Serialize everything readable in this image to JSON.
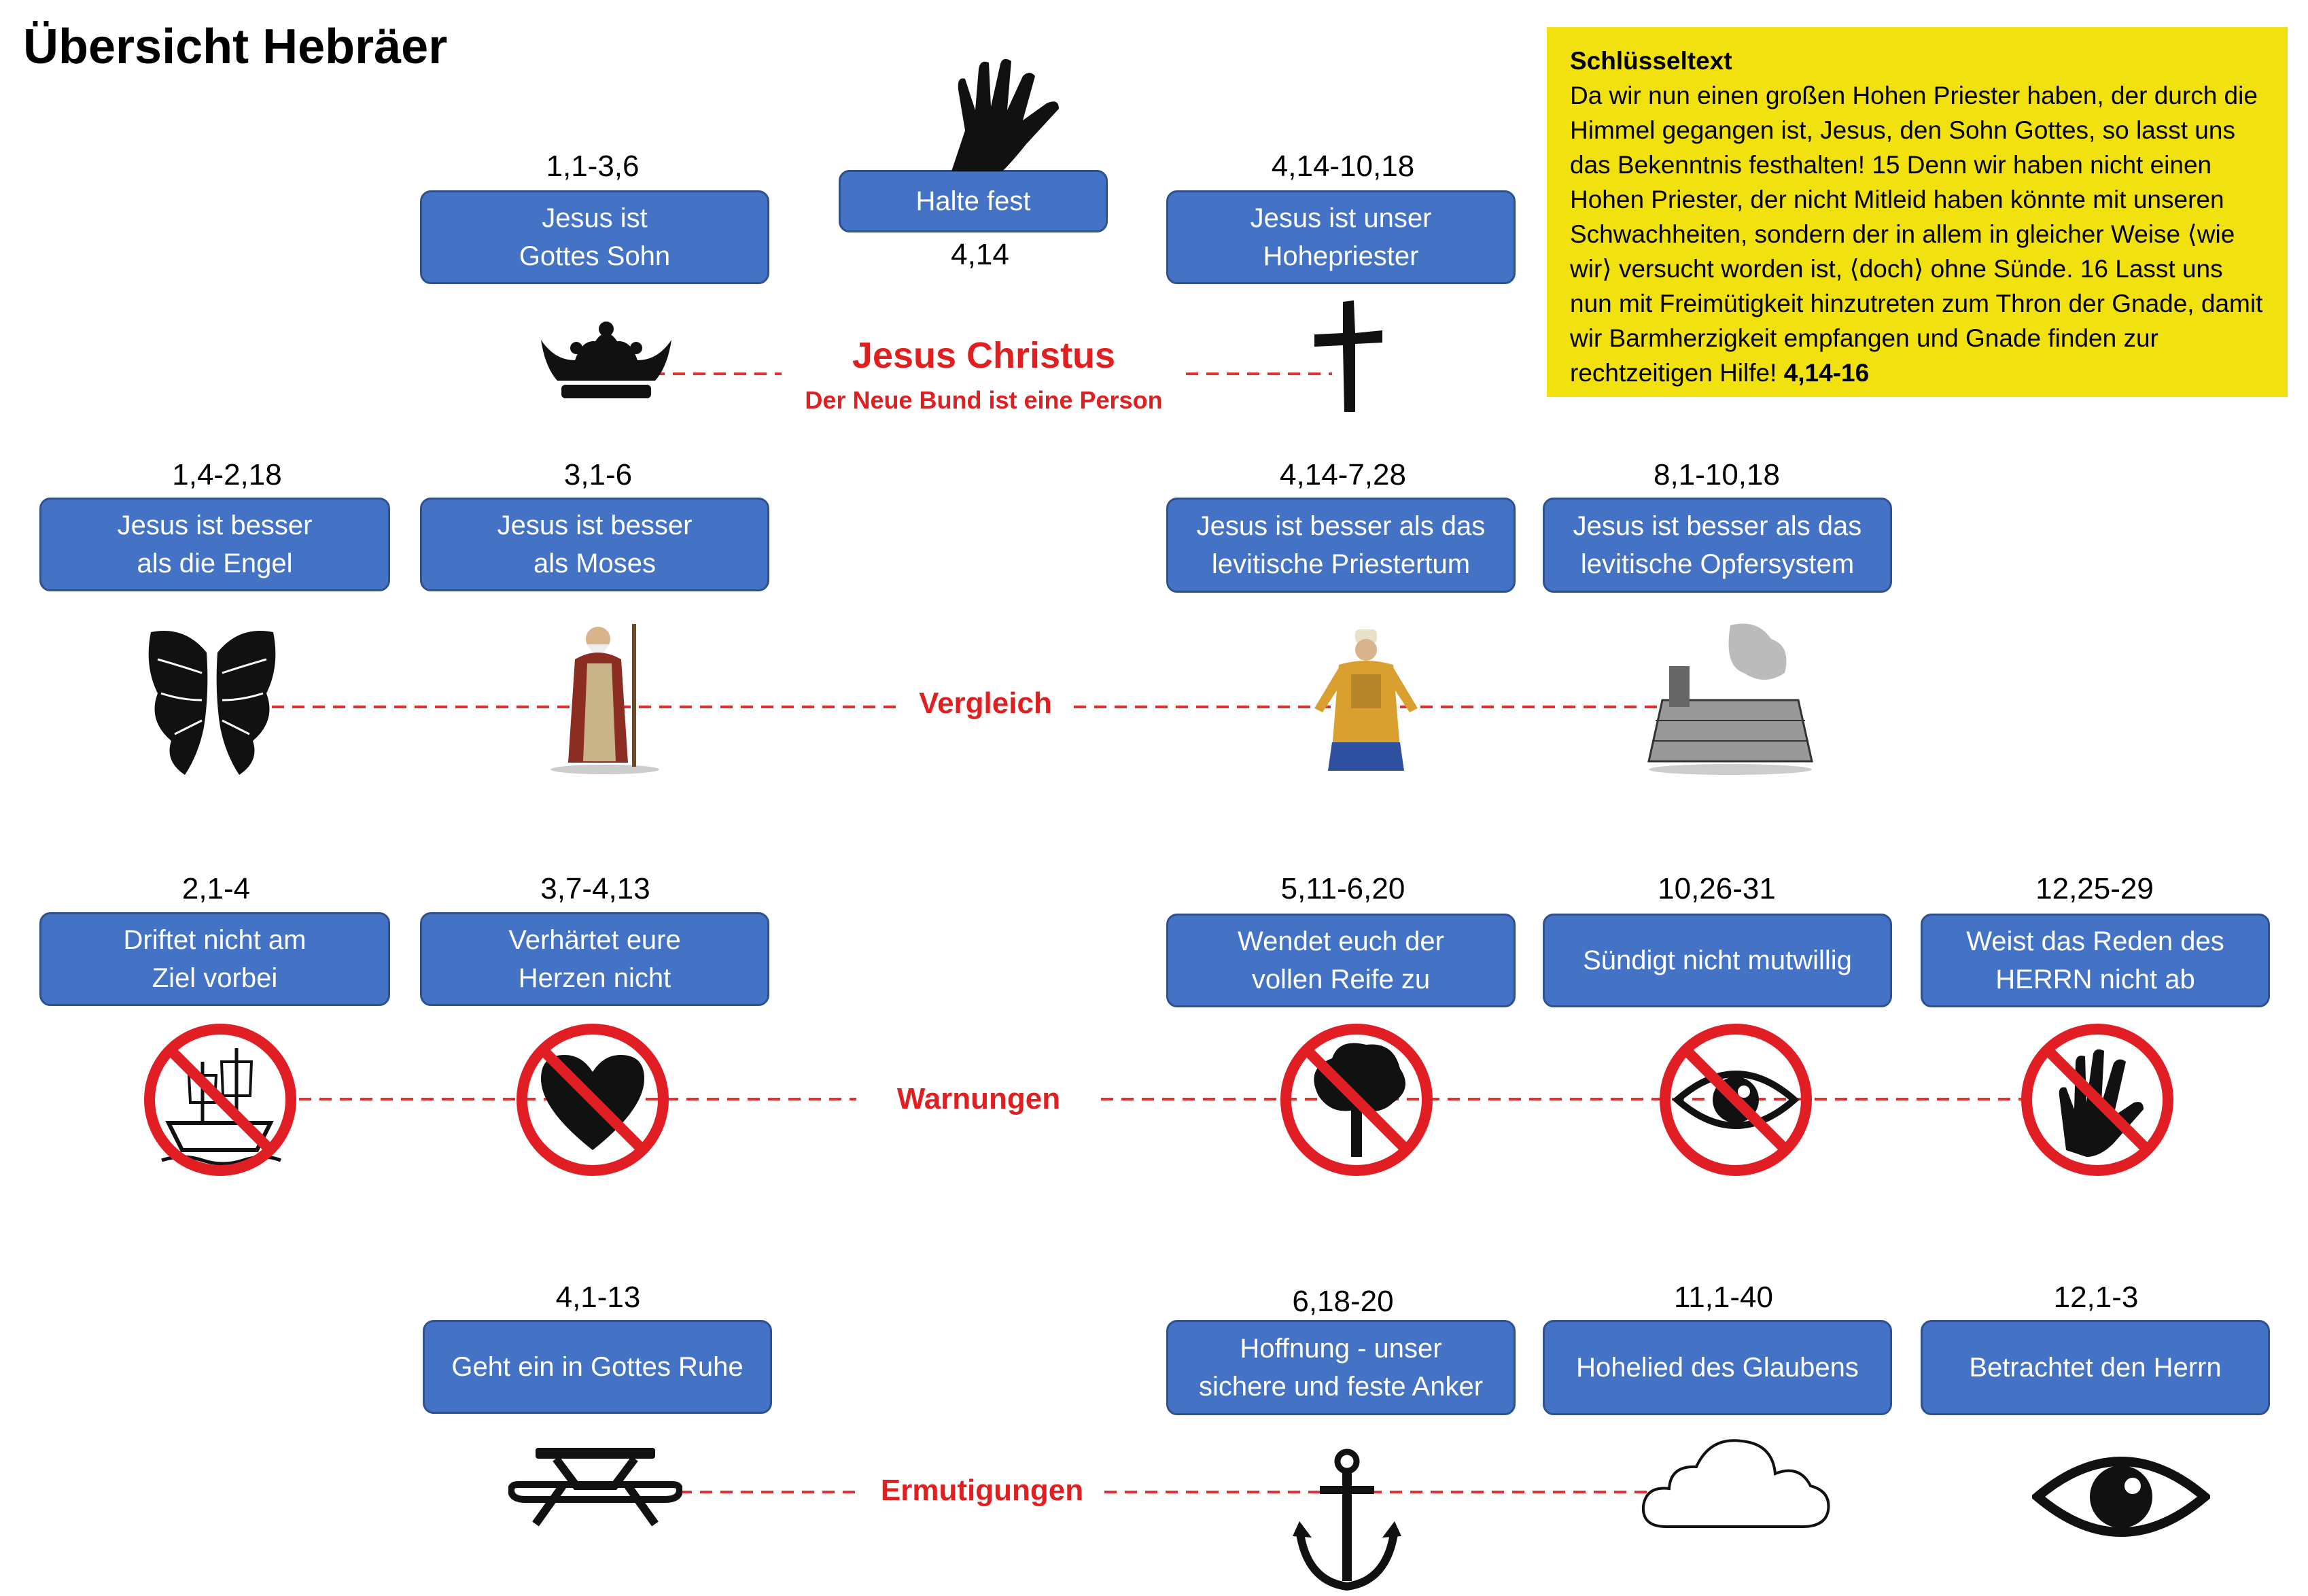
{
  "title": "Übersicht Hebräer",
  "center": {
    "title": "Jesus Christus",
    "subtitle": "Der Neue Bund ist eine Person"
  },
  "top": {
    "halte": {
      "label": "Halte fest",
      "ref": "4,14"
    },
    "sohn": {
      "label": "Jesus ist\nGottes Sohn",
      "ref": "1,1-3,6"
    },
    "priester": {
      "label": "Jesus ist unser\nHohepriester",
      "ref": "4,14-10,18"
    }
  },
  "rows": {
    "vergleich": {
      "label": "Vergleich",
      "items": [
        {
          "label": "Jesus ist besser\nals die Engel",
          "ref": "1,4-2,18",
          "icon": "angel-wings-icon"
        },
        {
          "label": "Jesus ist besser\nals Moses",
          "ref": "3,1-6",
          "icon": "moses-figure-icon"
        },
        {
          "label": "Jesus ist besser als das\nlevitische Priestertum",
          "ref": "4,14-7,28",
          "icon": "high-priest-figure-icon"
        },
        {
          "label": "Jesus ist besser als das\nlevitische Opfersystem",
          "ref": "8,1-10,18",
          "icon": "altar-sacrifice-icon"
        }
      ]
    },
    "warnungen": {
      "label": "Warnungen",
      "items": [
        {
          "label": "Driftet nicht am\nZiel vorbei",
          "ref": "2,1-4",
          "icon": "no-ship-icon"
        },
        {
          "label": "Verhärtet eure\nHerzen nicht",
          "ref": "3,7-4,13",
          "icon": "no-heart-icon"
        },
        {
          "label": "Wendet euch der\nvollen Reife zu",
          "ref": "5,11-6,20",
          "icon": "no-tree-icon"
        },
        {
          "label": "Sündigt nicht mutwillig",
          "ref": "10,26-31",
          "icon": "no-eye-icon"
        },
        {
          "label": "Weist das Reden des\nHERRN nicht ab",
          "ref": "12,25-29",
          "icon": "no-hand-icon"
        }
      ]
    },
    "ermutigungen": {
      "label": "Ermutigungen",
      "items": [
        {
          "label": "Geht ein in Gottes Ruhe",
          "ref": "4,1-13",
          "icon": "bench-icon"
        },
        {
          "label": "Hoffnung - unser\nsichere und feste Anker",
          "ref": "6,18-20",
          "icon": "anchor-icon"
        },
        {
          "label": "Hohelied des Glaubens",
          "ref": "11,1-40",
          "icon": "cloud-icon"
        },
        {
          "label": "Betrachtet den Herrn",
          "ref": "12,1-3",
          "icon": "eye-icon"
        }
      ]
    }
  },
  "key_text": {
    "heading": "Schlüsseltext",
    "body": "Da wir nun einen großen Hohen Priester haben, der durch die Himmel gegangen ist, Jesus, den Sohn Gottes, so lasst uns das Bekenntnis festhalten! 15 Denn wir haben nicht einen Hohen Priester, der nicht Mitleid haben könnte mit unseren Schwachheiten, sondern der in allem in gleicher Weise ⟨wie wir⟩ versucht worden ist, ⟨doch⟩ ohne Sünde. 16 Lasst uns nun mit Freimütigkeit hinzutreten zum Thron der Gnade, damit wir Barmherzigkeit empfangen und Gnade finden zur rechtzeitigen Hilfe!",
    "ref": "4,14-16"
  },
  "colors": {
    "box": "#4472c4",
    "accent_red": "#e02020",
    "key_bg": "#f0e10f"
  }
}
